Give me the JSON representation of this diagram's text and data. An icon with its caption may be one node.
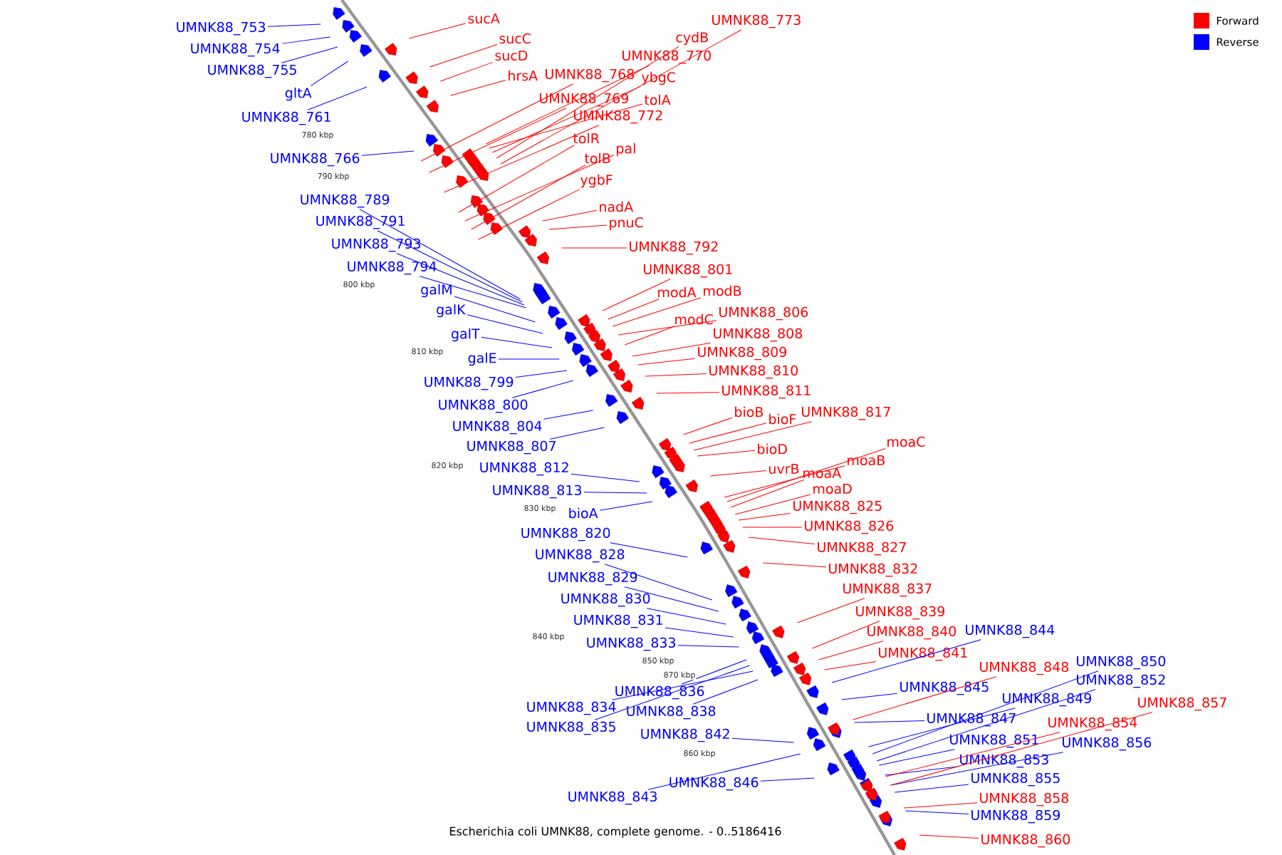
{
  "diagram": {
    "caption": "Escherichia coli UMNK88, complete genome. - 0..5186416",
    "nodes": [
      {
        "text": [
          "UMNK88_753"
        ]
      },
      {
        "text": [
          "UMNK88_754"
        ]
      },
      {
        "text": [
          "UMNK88_755"
        ]
      },
      {
        "text": [
          "gltA"
        ]
      },
      {
        "text": [
          "UMNK88_761"
        ]
      },
      {
        "text": [
          "UMNK88_766"
        ]
      },
      {
        "text": [
          "UMNK88_789"
        ]
      },
      {
        "text": [
          "UMNK88_791"
        ]
      },
      {
        "text": [
          "UMNK88_793"
        ]
      },
      {
        "text": [
          "UMNK88_794"
        ]
      },
      {
        "text": [
          "galM"
        ]
      },
      {
        "text": [
          "galK"
        ]
      },
      {
        "text": [
          "galT"
        ]
      },
      {
        "text": [
          "galE"
        ]
      },
      {
        "text": [
          "UMNK88_799"
        ]
      },
      {
        "text": [
          "UMNK88_800"
        ]
      },
      {
        "text": [
          "UMNK88_804"
        ]
      },
      {
        "text": [
          "UMNK88_807"
        ]
      },
      {
        "text": [
          "UMNK88_812"
        ]
      },
      {
        "text": [
          "UMNK88_813"
        ]
      },
      {
        "text": [
          "bioA"
        ]
      },
      {
        "text": [
          "UMNK88_820"
        ]
      },
      {
        "text": [
          "UMNK88_828"
        ]
      },
      {
        "text": [
          "UMNK88_829"
        ]
      },
      {
        "text": [
          "UMNK88_830"
        ]
      },
      {
        "text": [
          "UMNK88_831"
        ]
      },
      {
        "text": [
          "UMNK88_833"
        ]
      },
      {
        "text": [
          "UMNK88_836"
        ]
      },
      {
        "text": [
          "UMNK88_834"
        ]
      },
      {
        "text": [
          "UMNK88_838"
        ]
      },
      {
        "text": [
          "UMNK88_835"
        ]
      },
      {
        "text": [
          "UMNK88_842"
        ]
      },
      {
        "text": [
          "UMNK88_846"
        ]
      },
      {
        "text": [
          "UMNK88_843"
        ]
      },
      {
        "text": [
          "UMNK88_844"
        ]
      },
      {
        "text": [
          "UMNK88_845"
        ]
      },
      {
        "text": [
          "UMNK88_850"
        ]
      },
      {
        "text": [
          "UMNK88_852"
        ]
      },
      {
        "text": [
          "UMNK88_849"
        ]
      },
      {
        "text": [
          "UMNK88_847"
        ]
      },
      {
        "text": [
          "UMNK88_851"
        ]
      },
      {
        "text": [
          "UMNK88_856"
        ]
      },
      {
        "text": [
          "UMNK88_853"
        ]
      },
      {
        "text": [
          "UMNK88_855"
        ]
      },
      {
        "text": [
          "UMNK88_859"
        ]
      },
      {
        "text": [
          "sucA"
        ]
      },
      {
        "text": [
          "sucC"
        ]
      },
      {
        "text": [
          "sucD"
        ]
      },
      {
        "text": [
          "hrsA"
        ]
      },
      {
        "text": [
          "UMNK88_768"
        ]
      },
      {
        "text": [
          "UMNK88_773"
        ]
      },
      {
        "text": [
          "cydB"
        ]
      },
      {
        "text": [
          "UMNK88_770"
        ]
      },
      {
        "text": [
          "ybgC"
        ]
      },
      {
        "text": [
          "UMNK88_769"
        ]
      },
      {
        "text": [
          "tolA"
        ]
      },
      {
        "text": [
          "UMNK88_772"
        ]
      },
      {
        "text": [
          "tolR"
        ]
      },
      {
        "text": [
          "pal"
        ]
      },
      {
        "text": [
          "tolB"
        ]
      },
      {
        "text": [
          "ygbF"
        ]
      },
      {
        "text": [
          "nadA"
        ]
      },
      {
        "text": [
          "pnuC"
        ]
      },
      {
        "text": [
          "UMNK88_792"
        ]
      },
      {
        "text": [
          "UMNK88_801"
        ]
      },
      {
        "text": [
          "modA"
        ]
      },
      {
        "text": [
          "modB"
        ]
      },
      {
        "text": [
          "UMNK88_806"
        ]
      },
      {
        "text": [
          "modC"
        ]
      },
      {
        "text": [
          "UMNK88_808"
        ]
      },
      {
        "text": [
          "UMNK88_809"
        ]
      },
      {
        "text": [
          "UMNK88_810"
        ]
      },
      {
        "text": [
          "UMNK88_811"
        ]
      },
      {
        "text": [
          "bioB"
        ]
      },
      {
        "text": [
          "bioF"
        ]
      },
      {
        "text": [
          "UMNK88_817"
        ]
      },
      {
        "text": [
          "bioD"
        ]
      },
      {
        "text": [
          "uvrB"
        ]
      },
      {
        "text": [
          "moaC"
        ]
      },
      {
        "text": [
          "moaB"
        ]
      },
      {
        "text": [
          "moaA"
        ]
      },
      {
        "text": [
          "moaD"
        ]
      },
      {
        "text": [
          "UMNK88_825"
        ]
      },
      {
        "text": [
          "UMNK88_826"
        ]
      },
      {
        "text": [
          "UMNK88_827"
        ]
      },
      {
        "text": [
          "UMNK88_832"
        ]
      },
      {
        "text": [
          "UMNK88_837"
        ]
      },
      {
        "text": [
          "UMNK88_839"
        ]
      },
      {
        "text": [
          "UMNK88_840"
        ]
      },
      {
        "text": [
          "UMNK88_841"
        ]
      },
      {
        "text": [
          "UMNK88_848"
        ]
      },
      {
        "text": [
          "UMNK88_857"
        ]
      },
      {
        "text": [
          "UMNK88_854"
        ]
      },
      {
        "text": [
          "UMNK88_858"
        ]
      },
      {
        "text": [
          "UMNK88_860"
        ]
      }
    ],
    "edges": [
      {
        "from": 0,
        "to": null,
        "arrow": "none",
        "color": "#0000ff"
      },
      {
        "from": 1,
        "to": null,
        "arrow": "none",
        "color": "#0000ff"
      },
      {
        "from": 2,
        "to": null,
        "arrow": "none",
        "color": "#0000ff"
      },
      {
        "from": 3,
        "to": null,
        "arrow": "none",
        "color": "#0000ff"
      },
      {
        "from": 4,
        "to": null,
        "arrow": "none",
        "color": "#0000ff"
      },
      {
        "from": 5,
        "to": null,
        "arrow": "none",
        "color": "#0000ff"
      },
      {
        "from": 6,
        "to": null,
        "arrow": "none",
        "color": "#0000ff"
      },
      {
        "from": 7,
        "to": null,
        "arrow": "none",
        "color": "#0000ff"
      },
      {
        "from": 8,
        "to": null,
        "arrow": "none",
        "color": "#0000ff"
      },
      {
        "from": 9,
        "to": null,
        "arrow": "none",
        "color": "#0000ff"
      },
      {
        "from": 10,
        "to": null,
        "arrow": "none",
        "color": "#0000ff"
      },
      {
        "from": 11,
        "to": null,
        "arrow": "none",
        "color": "#0000ff"
      },
      {
        "from": 12,
        "to": null,
        "arrow": "none",
        "color": "#0000ff"
      },
      {
        "from": 13,
        "to": null,
        "arrow": "none",
        "color": "#0000ff"
      },
      {
        "from": 14,
        "to": null,
        "arrow": "none",
        "color": "#0000ff"
      },
      {
        "from": 15,
        "to": null,
        "arrow": "none",
        "color": "#0000ff"
      },
      {
        "from": 16,
        "to": null,
        "arrow": "none",
        "color": "#0000ff"
      },
      {
        "from": 17,
        "to": null,
        "arrow": "none",
        "color": "#0000ff"
      },
      {
        "from": 18,
        "to": null,
        "arrow": "none",
        "color": "#0000ff"
      },
      {
        "from": 19,
        "to": null,
        "arrow": "none",
        "color": "#0000ff"
      },
      {
        "from": 20,
        "to": null,
        "arrow": "none",
        "color": "#0000ff"
      },
      {
        "from": 21,
        "to": null,
        "arrow": "none",
        "color": "#0000ff"
      },
      {
        "from": 22,
        "to": null,
        "arrow": "none",
        "color": "#0000ff"
      },
      {
        "from": 23,
        "to": null,
        "arrow": "none",
        "color": "#0000ff"
      },
      {
        "from": 24,
        "to": null,
        "arrow": "none",
        "color": "#0000ff"
      },
      {
        "from": 25,
        "to": null,
        "arrow": "none",
        "color": "#0000ff"
      },
      {
        "from": 26,
        "to": null,
        "arrow": "none",
        "color": "#0000ff"
      },
      {
        "from": 27,
        "to": null,
        "arrow": "none",
        "color": "#0000ff"
      },
      {
        "from": 28,
        "to": null,
        "arrow": "none",
        "color": "#0000ff"
      },
      {
        "from": 29,
        "to": null,
        "arrow": "none",
        "color": "#0000ff"
      },
      {
        "from": 30,
        "to": null,
        "arrow": "none",
        "color": "#0000ff"
      },
      {
        "from": 31,
        "to": null,
        "arrow": "none",
        "color": "#0000ff"
      },
      {
        "from": 32,
        "to": null,
        "arrow": "none",
        "color": "#0000ff"
      },
      {
        "from": 33,
        "to": null,
        "arrow": "none",
        "color": "#0000ff"
      },
      {
        "from": 34,
        "to": null,
        "arrow": "none",
        "color": "#0000ff"
      },
      {
        "from": 35,
        "to": null,
        "arrow": "none",
        "color": "#0000ff"
      },
      {
        "from": 36,
        "to": null,
        "arrow": "none",
        "color": "#0000ff"
      },
      {
        "from": 37,
        "to": null,
        "arrow": "none",
        "color": "#0000ff"
      },
      {
        "from": 38,
        "to": null,
        "arrow": "none",
        "color": "#0000ff"
      },
      {
        "from": 39,
        "to": null,
        "arrow": "none",
        "color": "#0000ff"
      },
      {
        "from": 40,
        "to": null,
        "arrow": "none",
        "color": "#0000ff"
      },
      {
        "from": 41,
        "to": null,
        "arrow": "none",
        "color": "#0000ff"
      },
      {
        "from": 42,
        "to": null,
        "arrow": "none",
        "color": "#0000ff"
      },
      {
        "from": 43,
        "to": null,
        "arrow": "none",
        "color": "#0000ff"
      },
      {
        "from": 44,
        "to": null,
        "arrow": "none",
        "color": "#0000ff"
      },
      {
        "from": 45,
        "to": null,
        "arrow": "none",
        "color": "#ff0000"
      },
      {
        "from": 46,
        "to": null,
        "arrow": "none",
        "color": "#ff0000"
      },
      {
        "from": 47,
        "to": null,
        "arrow": "none",
        "color": "#ff0000"
      },
      {
        "from": 48,
        "to": null,
        "arrow": "none",
        "color": "#ff0000"
      },
      {
        "from": 49,
        "to": null,
        "arrow": "none",
        "color": "#ff0000"
      },
      {
        "from": 50,
        "to": null,
        "arrow": "none",
        "color": "#ff0000"
      },
      {
        "from": 51,
        "to": null,
        "arrow": "none",
        "color": "#ff0000"
      },
      {
        "from": 52,
        "to": null,
        "arrow": "none",
        "color": "#ff0000"
      },
      {
        "from": 53,
        "to": null,
        "arrow": "none",
        "color": "#ff0000"
      },
      {
        "from": 54,
        "to": null,
        "arrow": "none",
        "color": "#ff0000"
      },
      {
        "from": 55,
        "to": null,
        "arrow": "none",
        "color": "#ff0000"
      },
      {
        "from": 56,
        "to": null,
        "arrow": "none",
        "color": "#ff0000"
      },
      {
        "from": 57,
        "to": null,
        "arrow": "none",
        "color": "#ff0000"
      },
      {
        "from": 58,
        "to": null,
        "arrow": "none",
        "color": "#ff0000"
      },
      {
        "from": 59,
        "to": null,
        "arrow": "none",
        "color": "#ff0000"
      },
      {
        "from": 60,
        "to": null,
        "arrow": "none",
        "color": "#ff0000"
      },
      {
        "from": 61,
        "to": null,
        "arrow": "none",
        "color": "#ff0000"
      },
      {
        "from": 62,
        "to": null,
        "arrow": "none",
        "color": "#ff0000"
      },
      {
        "from": 63,
        "to": null,
        "arrow": "none",
        "color": "#ff0000"
      },
      {
        "from": 64,
        "to": null,
        "arrow": "none",
        "color": "#ff0000"
      },
      {
        "from": 65,
        "to": null,
        "arrow": "none",
        "color": "#ff0000"
      },
      {
        "from": 66,
        "to": null,
        "arrow": "none",
        "color": "#ff0000"
      },
      {
        "from": 67,
        "to": null,
        "arrow": "none",
        "color": "#ff0000"
      },
      {
        "from": 68,
        "to": null,
        "arrow": "none",
        "color": "#ff0000"
      },
      {
        "from": 69,
        "to": null,
        "arrow": "none",
        "color": "#ff0000"
      },
      {
        "from": 70,
        "to": null,
        "arrow": "none",
        "color": "#ff0000"
      },
      {
        "from": 71,
        "to": null,
        "arrow": "none",
        "color": "#ff0000"
      },
      {
        "from": 72,
        "to": null,
        "arrow": "none",
        "color": "#ff0000"
      },
      {
        "from": 73,
        "to": null,
        "arrow": "none",
        "color": "#ff0000"
      },
      {
        "from": 74,
        "to": null,
        "arrow": "none",
        "color": "#ff0000"
      },
      {
        "from": 75,
        "to": null,
        "arrow": "none",
        "color": "#ff0000"
      },
      {
        "from": 76,
        "to": null,
        "arrow": "none",
        "color": "#ff0000"
      },
      {
        "from": 77,
        "to": null,
        "arrow": "none",
        "color": "#ff0000"
      },
      {
        "from": 78,
        "to": null,
        "arrow": "none",
        "color": "#ff0000"
      },
      {
        "from": 79,
        "to": null,
        "arrow": "none",
        "color": "#ff0000"
      },
      {
        "from": 80,
        "to": null,
        "arrow": "none",
        "color": "#ff0000"
      },
      {
        "from": 81,
        "to": null,
        "arrow": "none",
        "color": "#ff0000"
      },
      {
        "from": 82,
        "to": null,
        "arrow": "none",
        "color": "#ff0000"
      },
      {
        "from": 83,
        "to": null,
        "arrow": "none",
        "color": "#ff0000"
      },
      {
        "from": 84,
        "to": null,
        "arrow": "none",
        "color": "#ff0000"
      },
      {
        "from": 85,
        "to": null,
        "arrow": "none",
        "color": "#ff0000"
      },
      {
        "from": 86,
        "to": null,
        "arrow": "none",
        "color": "#ff0000"
      },
      {
        "from": 87,
        "to": null,
        "arrow": "none",
        "color": "#ff0000"
      },
      {
        "from": 88,
        "to": null,
        "arrow": "none",
        "color": "#ff0000"
      },
      {
        "from": 89,
        "to": null,
        "arrow": "none",
        "color": "#ff0000"
      },
      {
        "from": 90,
        "to": null,
        "arrow": "none",
        "color": "#ff0000"
      },
      {
        "from": 91,
        "to": null,
        "arrow": "none",
        "color": "#ff0000"
      },
      {
        "from": 92,
        "to": null,
        "arrow": "none",
        "color": "#ff0000"
      },
      {
        "from": 93,
        "to": null,
        "arrow": "none",
        "color": "#ff0000"
      },
      {
        "from": 94,
        "to": null,
        "arrow": "none",
        "color": "#ff0000"
      }
    ],
    "labels": [
      "780 kbp",
      "790 kbp",
      "800 kbp",
      "810 kbp",
      "820 kbp",
      "830 kbp",
      "840 kbp",
      "850 kbp",
      "860 kbp",
      "870 kbp"
    ],
    "legend": [
      {
        "text": "Forward",
        "color": "#ff0000"
      },
      {
        "text": "Reverse",
        "color": "#0000ff"
      }
    ]
  }
}
